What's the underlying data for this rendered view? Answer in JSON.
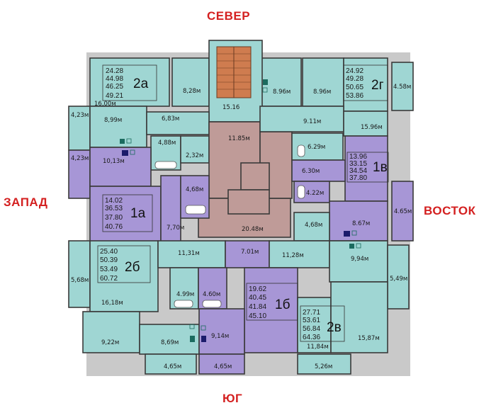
{
  "compass": {
    "north": "СЕВЕР",
    "south": "ЮГ",
    "west": "ЗАПАД",
    "east": "ВОСТОК"
  },
  "colors": {
    "teal": "#9fd6d3",
    "purple": "#a796d6",
    "core": "#bf9b98",
    "stair": "#cf7c4f",
    "wall": "#3a3a3a"
  },
  "apartments": {
    "a2": {
      "name": "2а",
      "areas": [
        "24.28",
        "44.98",
        "46.25",
        "49.21"
      ]
    },
    "g2": {
      "name": "2г",
      "areas": [
        "24.92",
        "49.28",
        "50.65",
        "53.86"
      ]
    },
    "v1": {
      "name": "1в",
      "areas": [
        "13.96",
        "33.15",
        "34.54",
        "37.80"
      ]
    },
    "a1": {
      "name": "1а",
      "areas": [
        "14.02",
        "36.53",
        "37.80",
        "40.76"
      ]
    },
    "b2": {
      "name": "2б",
      "areas": [
        "25.40",
        "50.39",
        "53.49",
        "60.72"
      ]
    },
    "b1": {
      "name": "1б",
      "areas": [
        "19.62",
        "40.45",
        "41.84",
        "45.10"
      ]
    },
    "v2": {
      "name": "2в",
      "areas": [
        "27.71",
        "53.61",
        "56.84",
        "64.36"
      ]
    }
  },
  "rooms": {
    "r01": "8,28м",
    "r02": "15.16",
    "r03": "8.96м",
    "r04": "8.96м",
    "r05": "4.58м",
    "r06": "16,00м",
    "r07": "4,23м",
    "r08": "8,99м",
    "r09": "6,83м",
    "r10": "11.85м",
    "r11": "9.11м",
    "r12": "15.96м",
    "r13": "4,88м",
    "r14": "2,32м",
    "r15": "6.29м",
    "r16": "4,23м",
    "r17": "10,13м",
    "r18": "6.30м",
    "r19": "4,68м",
    "r20": "4.22м",
    "r21": "4.65м",
    "r22": "7,70м",
    "r23": "20.48м",
    "r24": "4,68м",
    "r25": "8.67м",
    "r26": "11,31м",
    "r27": "7.01м",
    "r28": "11,28м",
    "r29": "9,94м",
    "r30": "5,68м",
    "r31": "5,49м",
    "r32": "4.99м",
    "r33": "4.60м",
    "r34": "16,18м",
    "r35": "9,22м",
    "r36": "8,69м",
    "r37": "9,14м",
    "r38": "11,84м",
    "r39": "15,87м",
    "r40": "4,65м",
    "r41": "4,65м",
    "r42": "5,26м"
  }
}
